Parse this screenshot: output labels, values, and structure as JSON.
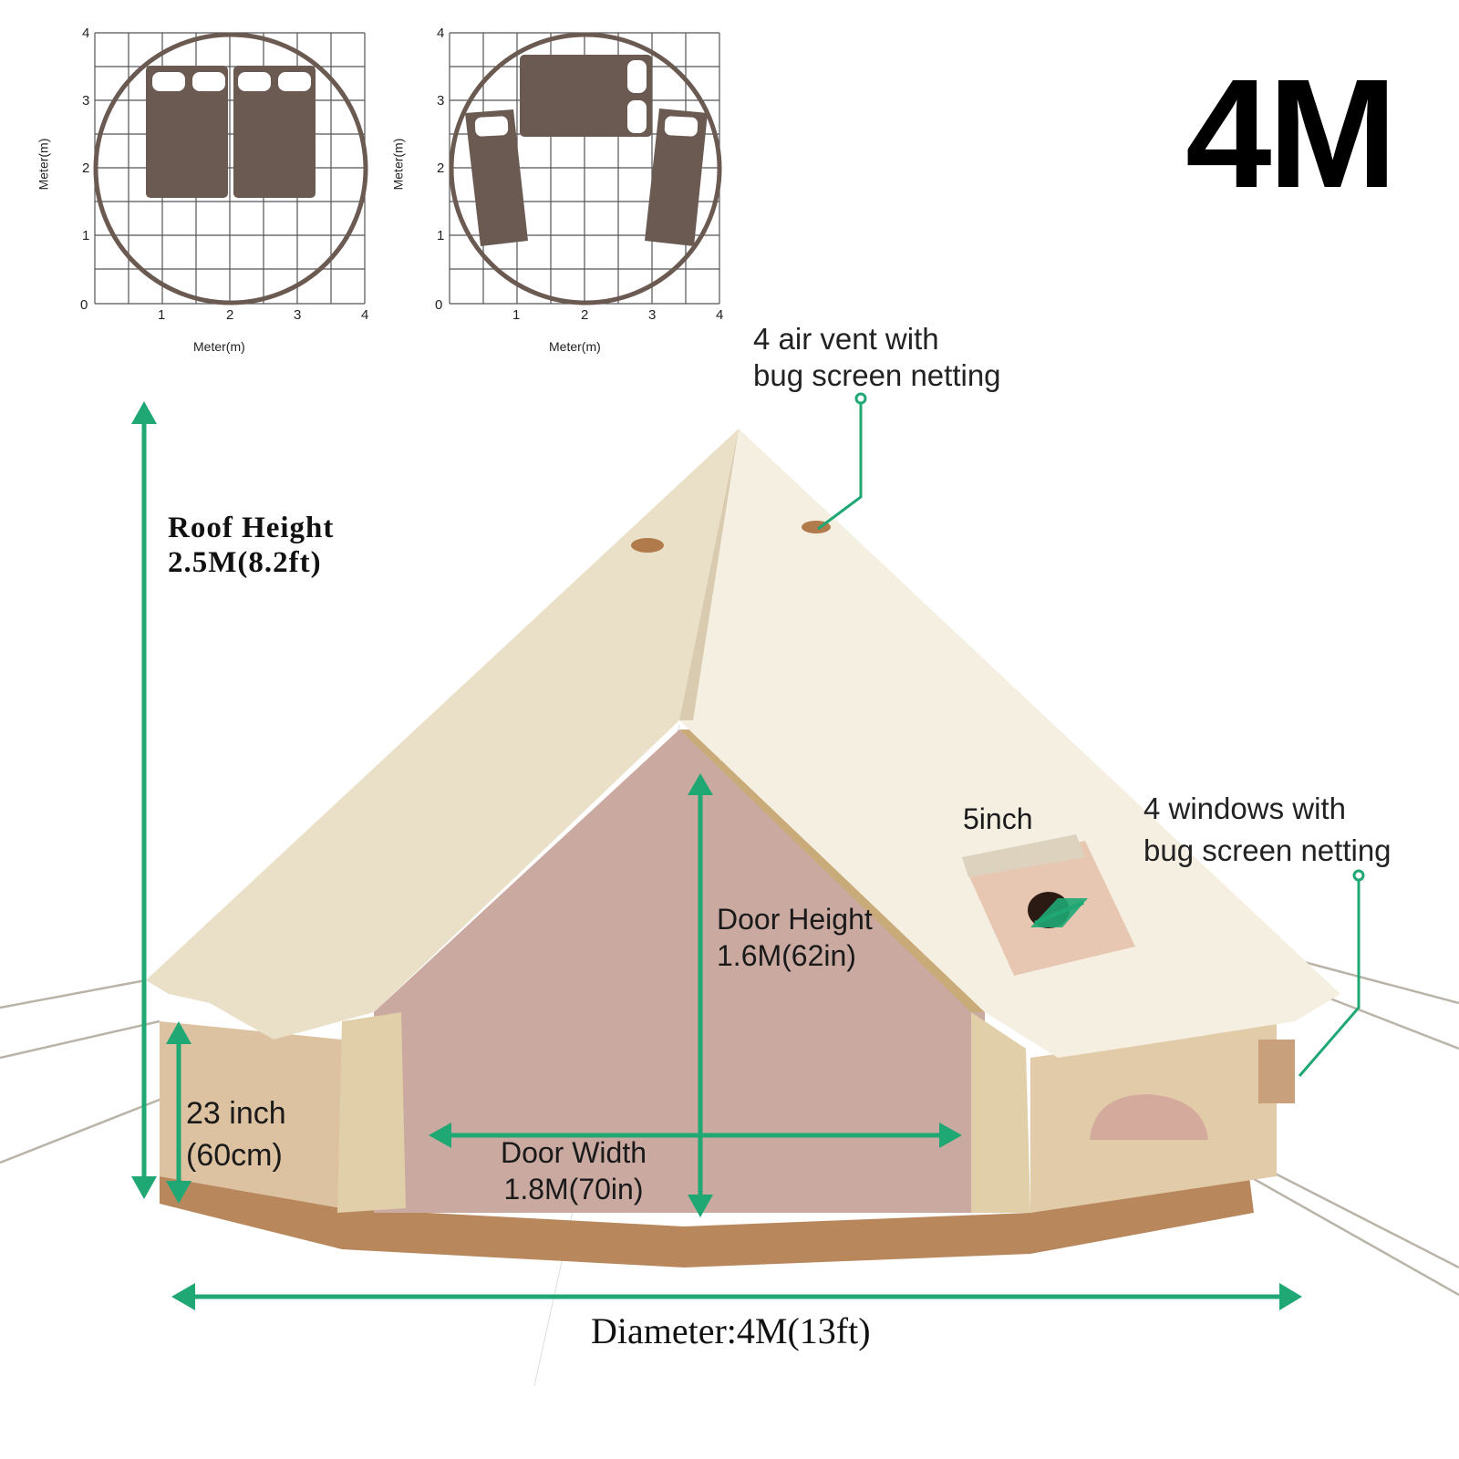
{
  "size_title": "4M",
  "floor_plans": [
    {
      "name": "two-double-beds-layout",
      "x_axis_label": "Meter(m)",
      "y_axis_label": "Meter(m)",
      "x_ticks": [
        "1",
        "2",
        "3",
        "4"
      ],
      "y_ticks": [
        "0",
        "1",
        "2",
        "3",
        "4"
      ],
      "beds": [
        {
          "type": "double",
          "pillows": 2
        },
        {
          "type": "double",
          "pillows": 2
        }
      ]
    },
    {
      "name": "three-beds-layout",
      "x_axis_label": "Meter(m)",
      "y_axis_label": "Meter(m)",
      "x_ticks": [
        "1",
        "2",
        "3",
        "4"
      ],
      "y_ticks": [
        "0",
        "1",
        "2",
        "3",
        "4"
      ],
      "beds": [
        {
          "type": "double",
          "pillows": 2
        },
        {
          "type": "single",
          "pillows": 1
        },
        {
          "type": "single",
          "pillows": 1
        }
      ]
    }
  ],
  "annotations": {
    "air_vent": {
      "line1": "4 air vent with",
      "line2": "bug screen netting"
    },
    "roof_height": {
      "label": "Roof Height",
      "value": "2.5M(8.2ft)"
    },
    "vent_size": "5inch",
    "windows": {
      "line1": "4 windows with",
      "line2": "bug screen netting"
    },
    "door_height": {
      "label": "Door Height",
      "value": "1.6M(62in)"
    },
    "wall_height": {
      "value": "23 inch",
      "metric": "(60cm)"
    },
    "door_width": {
      "label": "Door Width",
      "value": "1.8M(70in)"
    },
    "diameter": "Diameter:4M(13ft)"
  },
  "colors": {
    "accent_green": "#1fa774",
    "plan_brown": "#6b5a52",
    "canvas": "#f3ead8",
    "canvas_shadow": "#e2cfae",
    "door_mesh": "#c9a9a0",
    "base_brown": "#b8875c"
  }
}
